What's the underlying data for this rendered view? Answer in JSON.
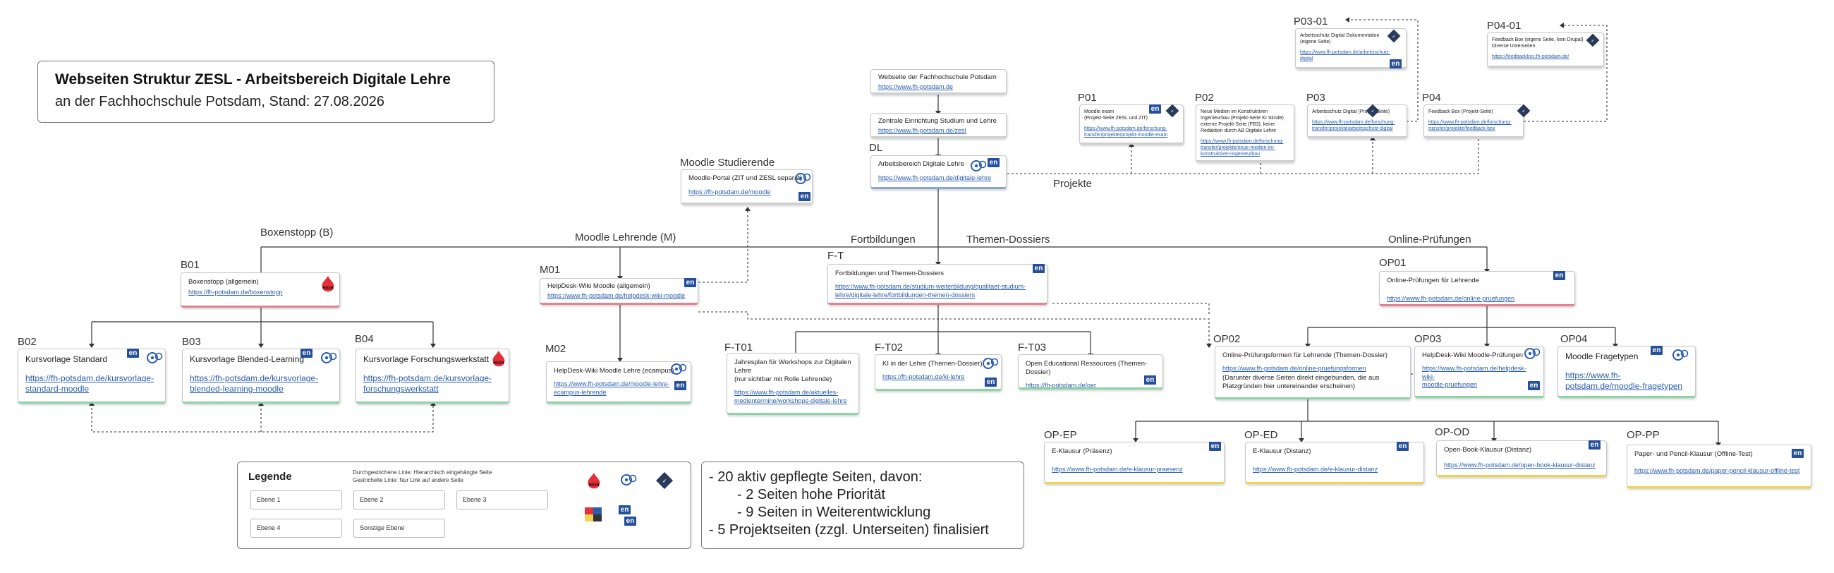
{
  "header": {
    "title": "Webseiten Struktur ZESL - Arbeitsbereich Digitale Lehre",
    "subtitle": "an der Fachhochschule Potsdam, Stand: 27.08.2026"
  },
  "icons": {
    "high_priority": "HIGH PRIORITY",
    "development": "DEVELOPMENT",
    "en": "en",
    "box_icon": "box-icon"
  },
  "sections": {
    "boxenstopp": "Boxenstopp (B)",
    "moodle_lehrende": "Moodle Lehrende (M)",
    "fortbildungen": "Fortbildungen",
    "themen_dossiers": "Themen-Dossiers",
    "online_pruefungen": "Online-Prüfungen",
    "projekte": "Projekte",
    "moodle_studierende": "Moodle Studierende"
  },
  "nodes": {
    "top1": {
      "title": "Webseite der Fachhochschule Potsdam",
      "url": "https://www.fh-potsdam.de"
    },
    "top2": {
      "title": "Zentrale Einrichtung Studium und Lehre",
      "url": "https://www.fh-potsdam.de/zesl"
    },
    "dl": {
      "id": "DL",
      "title": "Arbeitsbereich Digitale Lehre",
      "url": "https://www.fh-potsdam.de/digitale-lehre"
    },
    "ms": {
      "title": "Moodle-Portal (ZIT und ZESL separat)",
      "url": "https://fh-potsdam.de/moodle"
    },
    "b01": {
      "id": "B01",
      "title": "Boxenstopp (allgemein)",
      "url": "https://fh-potsdam.de/boxenstopp"
    },
    "b02": {
      "id": "B02",
      "title": "Kursvorlage Standard",
      "url": "https://fh-potsdam.de/kursvorlage-\nstandard-moodle"
    },
    "b03": {
      "id": "B03",
      "title": "Kursvorlage Blended-Learning",
      "url": "https://fh-potsdam.de/kursvorlage-\nblended-learning-moodle"
    },
    "b04": {
      "id": "B04",
      "title": "Kursvorlage Forschungswerkstatt",
      "url": "https://fh-potsdam.de/kursvorlage-\nforschungswerkstatt"
    },
    "m01": {
      "id": "M01",
      "title": "HelpDesk-Wiki Moodle (allgemein)",
      "url": "https://www.fh-potsdam.de/helpdesk-wiki-moodle"
    },
    "m02": {
      "id": "M02",
      "title": "HelpDesk-Wiki Moodle Lehre (ecampus)",
      "url": "https://www.fh-potsdam.de/moodle-lehre-\necampus-lehrende"
    },
    "ft": {
      "id": "F-T",
      "title": "Fortbildungen und Themen-Dossiers",
      "url": "https://www.fh-potsdam.de/studium-weiterbildung/qualitaet-studium-\nlehre/digitale-lehre/fortbildungen-themen-dossiers"
    },
    "ft01": {
      "id": "F-T01",
      "title": "Jahresplan für Workshops zur Digitalen\nLehre\n(nur sichtbar mit Rolle Lehrende)",
      "url": "https://www.fh-potsdam.de/aktuelles-\nmedientermine/workshops-digitale-lehre"
    },
    "ft02": {
      "id": "F-T02",
      "title": "KI in der Lehre (Themen-Dossier)",
      "url": "https://fh-potsdam.de/ki-lehre"
    },
    "ft03": {
      "id": "F-T03",
      "title": "Open Educational Ressources (Themen-Dossier)",
      "url": "https://fh-potsdam.de/oer"
    },
    "op01": {
      "id": "OP01",
      "title": "Online-Prüfungen für Lehrende",
      "url": "https://www.fh-potsdam.de/online-pruefungen"
    },
    "op02": {
      "id": "OP02",
      "title": "Online-Prüfungsformen für Lehrende (Themen-Dossier)",
      "url": "https://www.fh-potsdam.de/online-pruefungsformen",
      "note": "(Darunter diverse Seiten direkt eingebunden, die aus\nPlatzgründen hier untereinander erscheinen)"
    },
    "op03": {
      "id": "OP03",
      "title": "HelpDesk-Wiki Moodle-Prüfungen",
      "url": "https://www.fh-potsdam.de/helpdesk-wiki-\nmoodle-pruefungen"
    },
    "op04": {
      "id": "OP04",
      "title": "Moodle Fragetypen",
      "url": "https://www.fh-\npotsdam.de/moodle-fragetypen"
    },
    "opep": {
      "id": "OP-EP",
      "title": "E-Klausur (Präsenz)",
      "url": "https://www.fh-potsdam.de/e-klausur-praesenz"
    },
    "oped": {
      "id": "OP-ED",
      "title": "E-Klausur (Distanz)",
      "url": "https://www.fh-potsdam.de/e-klausur-distanz"
    },
    "opod": {
      "id": "OP-OD",
      "title": "Open-Book-Klausur (Distanz)",
      "url": "https://www.fh-potsdam.de/open-book-klausur-distanz"
    },
    "oppp": {
      "id": "OP-PP",
      "title": "Paper- und Pencil-Klausur (Offline-Test)",
      "url": "https://www.fh-potsdam.de/paper-pencil-klausur-offline-test"
    },
    "p01": {
      "id": "P01",
      "title": "Moodle exam\n(Projekt-Seite ZESL und ZIT)",
      "url": "https://www.fh-potsdam.de/forschung-\ntransfer/projekte/projekt-moodle-exam"
    },
    "p02": {
      "id": "P02",
      "title": "Neue Medien im Konstruktiven\nIngenieurbau (Projekt-Seite KI Simde)\nexterne Projekt-Seite (FB3), keine\nRedaktion durch AB Digitale Lehre",
      "url": "https://www.fh-potsdam.de/forschung-\ntransfer/projekte/neue-medien-im-\nkonstruktiven-ingenieurbau"
    },
    "p03": {
      "id": "P03",
      "title": "Arbeitsschutz Digital (Projekt-Seite)",
      "url": "https://www.fh-potsdam.de/forschung-\ntransfer/projekte/arbeitsschutz-digital"
    },
    "p0301": {
      "id": "P03-01",
      "title": "Arbeitsschutz Digital Dokumentation\n(eigene Seite)",
      "url": "https://www.fh-potsdam.de/arbeitsschutz-\ndigital"
    },
    "p04": {
      "id": "P04",
      "title": "Feedback Box (Projekt-Seite)",
      "url": "https://www.fh-potsdam.de/forschung-\ntransfer/projekte/feedback-box"
    },
    "p0401": {
      "id": "P04-01",
      "title": "Feedback Box (eigene Seite, kein Drupal)\nDiverse Unterseiten",
      "url": "https://feedbackbox.fh-potsdam.de/"
    }
  },
  "legend": {
    "title": "Legende",
    "note_line1": "Durchgestrichene Linie: Hierarchisch eingehängte Seite",
    "note_line2": "Gestrichelte Linie: Nur Link auf andere Seite",
    "levels": [
      "Ebene 1",
      "Ebene 2",
      "Ebene 3",
      "Ebene 4",
      "Sonstige Ebene"
    ]
  },
  "summary": {
    "line1": "- 20 aktiv gepflegte Seiten, davon:",
    "line2": "- 2 Seiten hohe Priorität",
    "line3": "- 9 Seiten in Weiterentwicklung",
    "line4": "- 5 Projektseiten (zzgl. Unterseiten) finalisiert"
  }
}
